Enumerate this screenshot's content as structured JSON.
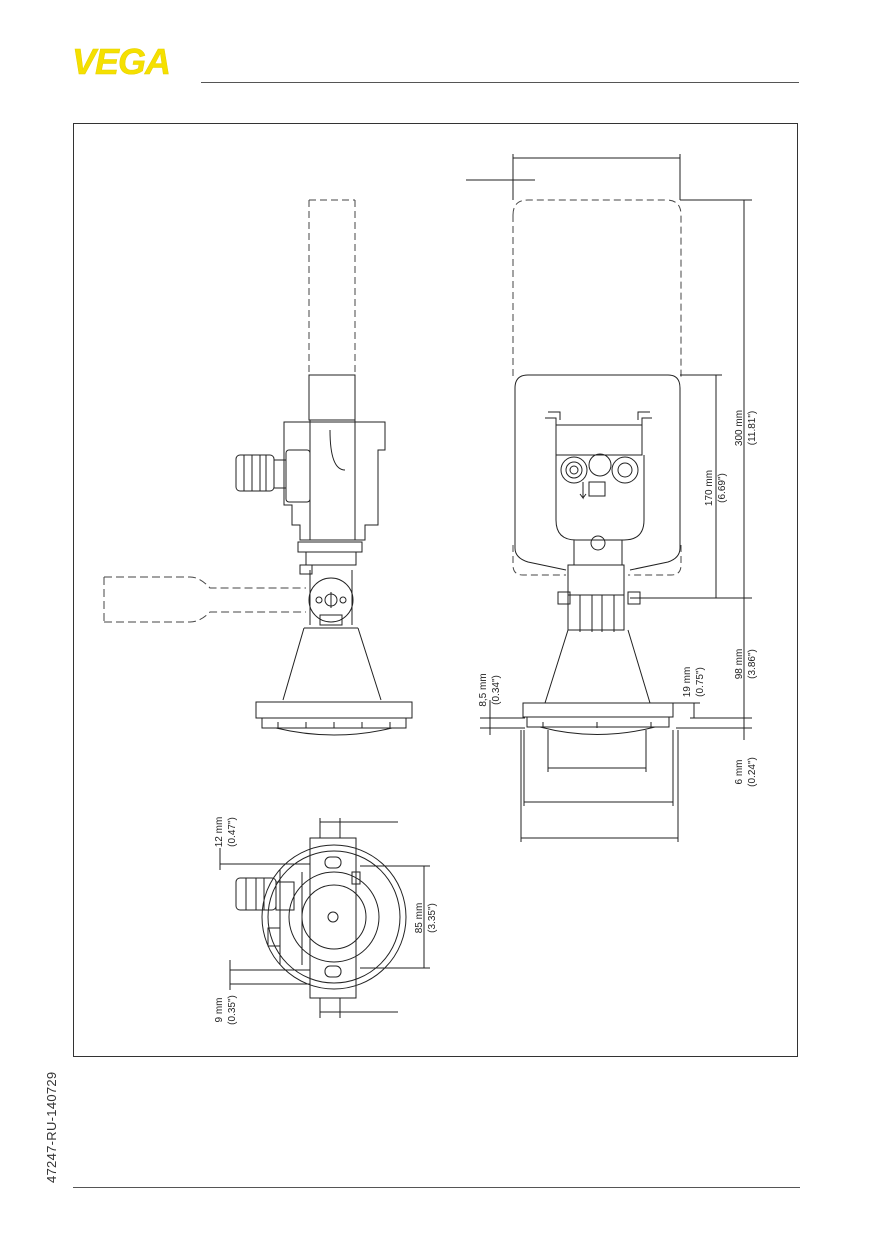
{
  "header": {
    "logo_text": "VEGA",
    "brand_color": "#f5e000"
  },
  "document_code": "47247-RU-140729",
  "dimensions": {
    "d300_mm": "300 mm",
    "d300_in": "(11.81\")",
    "d170_mm": "170 mm",
    "d170_in": "(6.69\")",
    "d98_mm": "98 mm",
    "d98_in": "(3.86\")",
    "d19_mm": "19 mm",
    "d19_in": "(0.75\")",
    "d8_mm": "8,5 mm",
    "d8_in": "(0.34\")",
    "d6_mm": "6 mm",
    "d6_in": "(0.24\")",
    "d12_mm": "12 mm",
    "d12_in": "(0.47\")",
    "d85_mm": "85 mm",
    "d85_in": "(3.35\")",
    "d9_mm": "9 mm",
    "d9_in": "(0.35\")"
  }
}
